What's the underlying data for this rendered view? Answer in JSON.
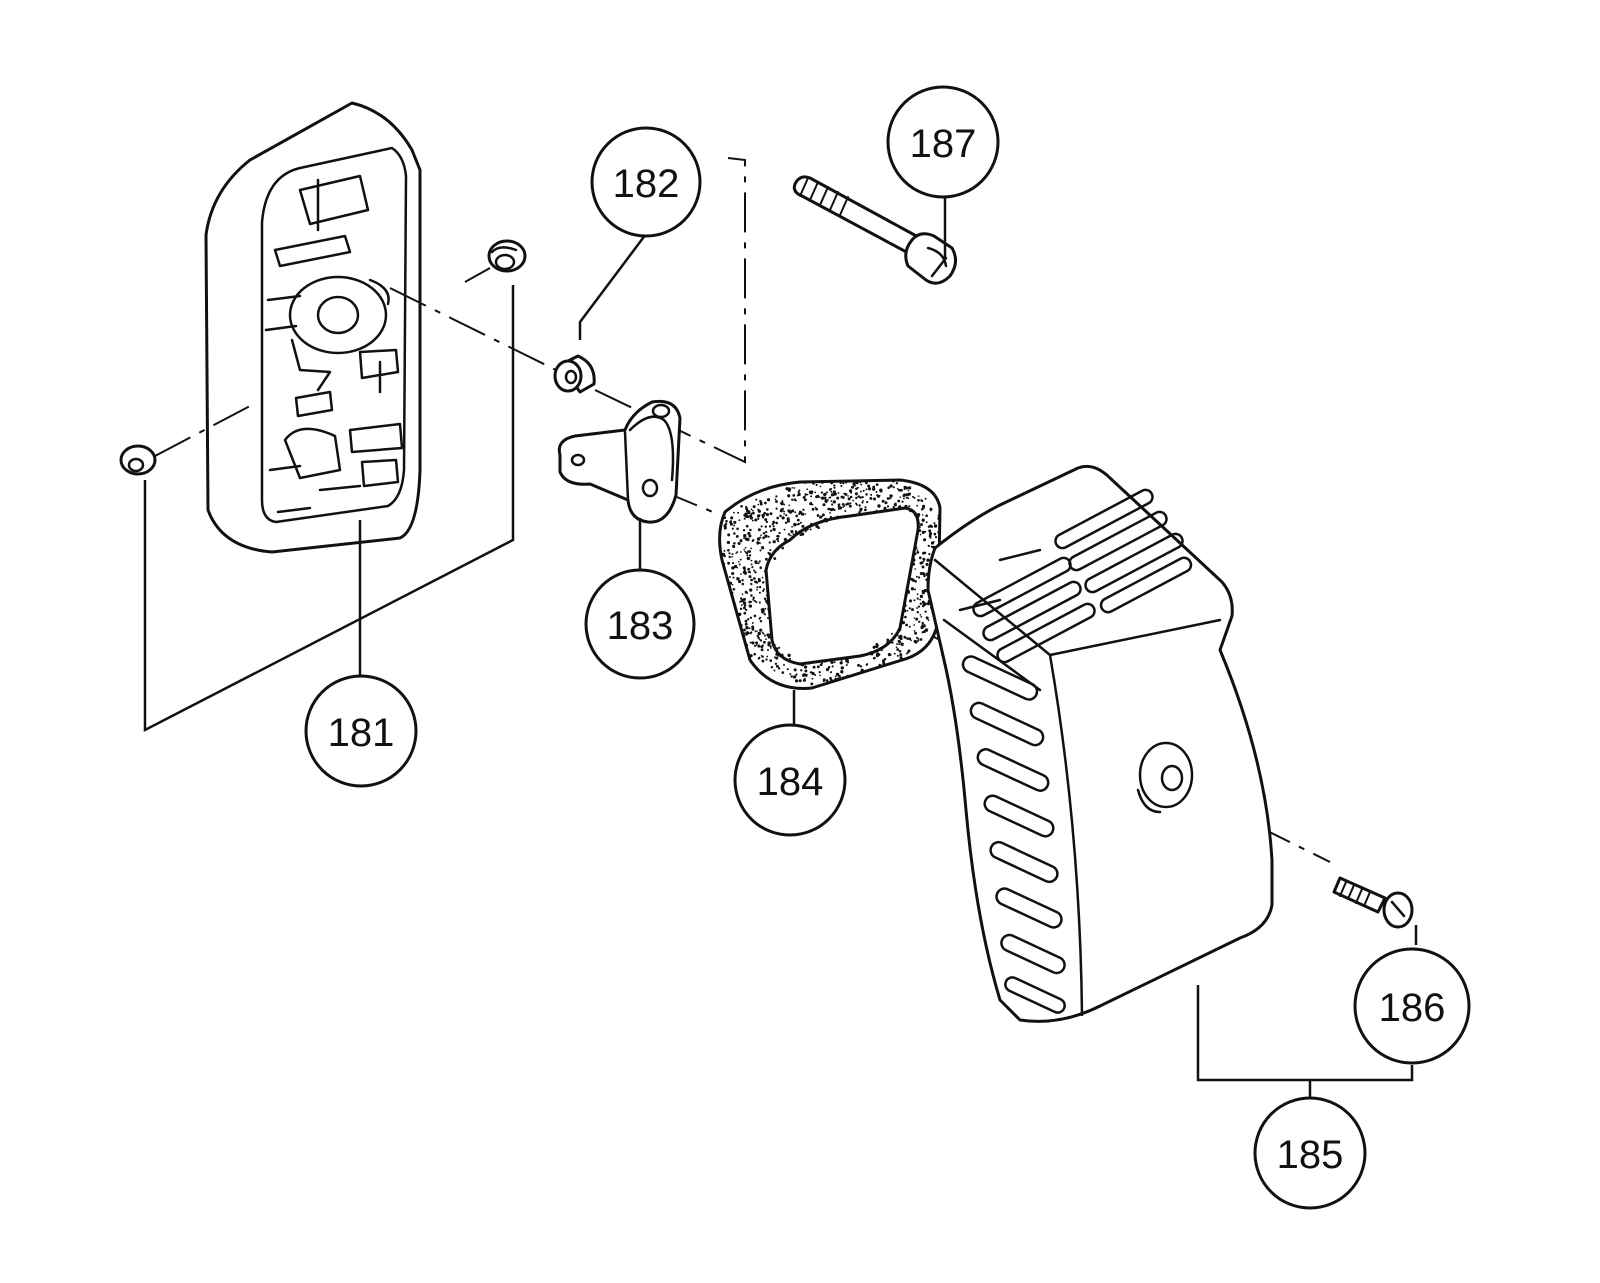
{
  "callouts": [
    {
      "id": "181",
      "label": "181"
    },
    {
      "id": "182",
      "label": "182"
    },
    {
      "id": "183",
      "label": "183"
    },
    {
      "id": "184",
      "label": "184"
    },
    {
      "id": "185",
      "label": "185"
    },
    {
      "id": "186",
      "label": "186"
    },
    {
      "id": "187",
      "label": "187"
    }
  ],
  "colors": {
    "line": "#111111",
    "background": "#ffffff"
  }
}
